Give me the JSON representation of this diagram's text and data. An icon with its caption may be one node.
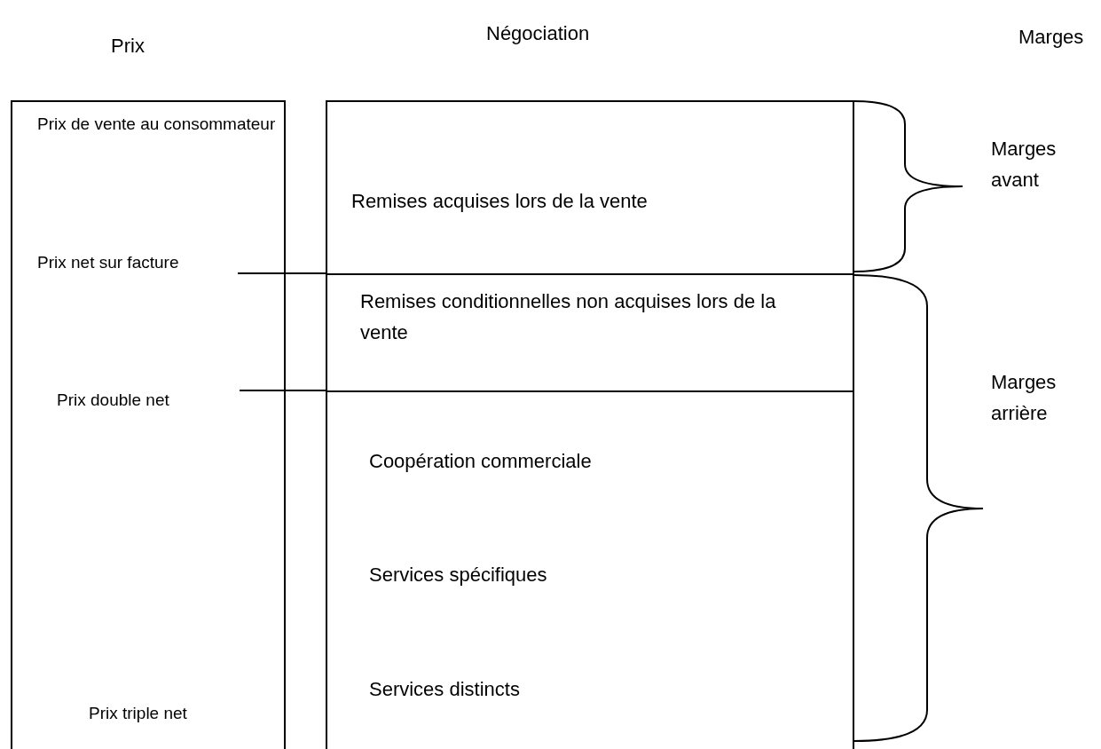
{
  "diagram": {
    "nodes": [
      {
        "text": [
          "Prix de vente au consommateur",
          "Prix net sur facture",
          "Prix double net",
          "Prix triple net"
        ]
      },
      {
        "text": [
          "Remises acquises lors de la vente"
        ]
      },
      {
        "text": [
          "Remises conditionnelles non acquises lors de la vente"
        ]
      },
      {
        "text": [
          "Coopération commerciale",
          "Services spécifiques",
          "Services distincts"
        ]
      }
    ],
    "labels": [
      "Prix",
      "Négociation",
      "Marges",
      "Marges avant",
      "Marges arrière"
    ]
  }
}
